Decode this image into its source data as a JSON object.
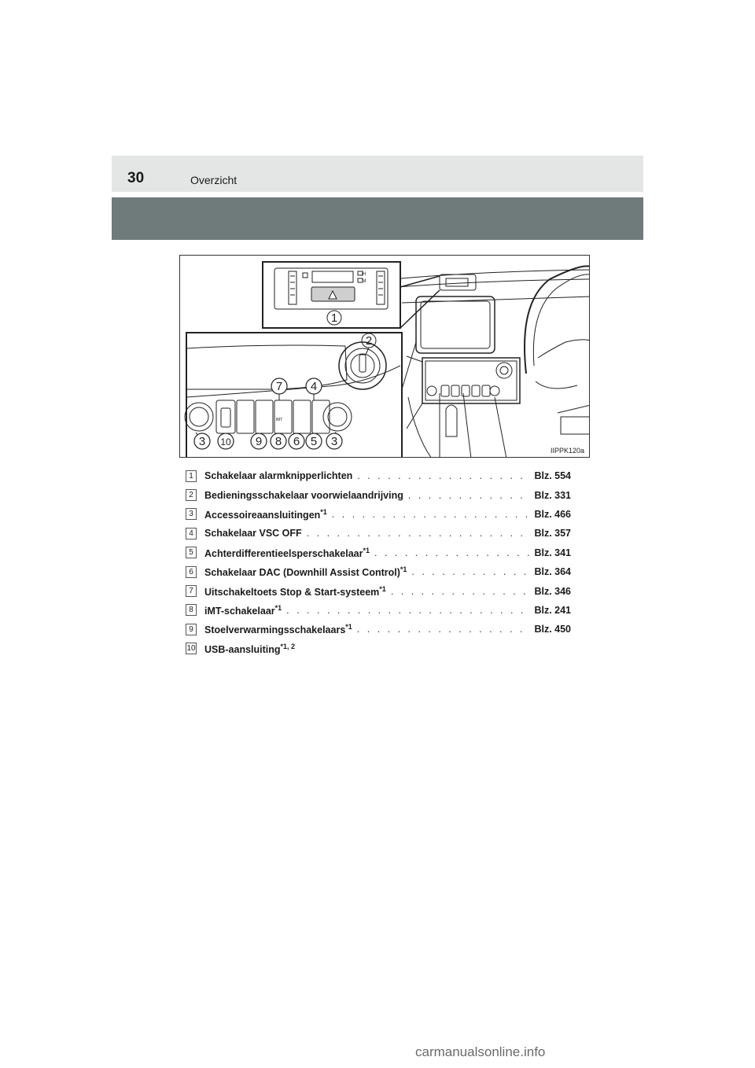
{
  "header": {
    "page_number": "30",
    "section_title": "Overzicht"
  },
  "figure": {
    "code": "IIPPK120a",
    "callouts": [
      "1",
      "2",
      "7",
      "4",
      "3",
      "10",
      "9",
      "8",
      "6",
      "5",
      "3"
    ],
    "panel_labels": [
      "H",
      "M",
      "IMT"
    ]
  },
  "items": [
    {
      "num": "1",
      "label": "Schakelaar alarmknipperlichten",
      "sup": "",
      "ref": "Blz. 554"
    },
    {
      "num": "2",
      "label": "Bedieningsschakelaar voorwielaandrijving",
      "sup": "",
      "ref": "Blz. 331"
    },
    {
      "num": "3",
      "label": "Accessoireaansluitingen",
      "sup": "*1",
      "ref": "Blz. 466"
    },
    {
      "num": "4",
      "label": "Schakelaar VSC OFF",
      "sup": "",
      "ref": "Blz. 357"
    },
    {
      "num": "5",
      "label": "Achterdifferentieelsperschakelaar",
      "sup": "*1",
      "ref": "Blz. 341"
    },
    {
      "num": "6",
      "label": "Schakelaar DAC (Downhill Assist Control)",
      "sup": "*1",
      "ref": "Blz. 364"
    },
    {
      "num": "7",
      "label": "Uitschakeltoets Stop & Start-systeem",
      "sup": "*1",
      "ref": "Blz. 346"
    },
    {
      "num": "8",
      "label": "iMT-schakelaar",
      "sup": "*1",
      "ref": "Blz. 241"
    },
    {
      "num": "9",
      "label": "Stoelverwarmingsschakelaars",
      "sup": "*1",
      "ref": "Blz. 450"
    },
    {
      "num": "10",
      "label": "USB-aansluiting",
      "sup": "*1, 2",
      "ref": ""
    }
  ],
  "footer": {
    "watermark": "carmanualsonline.info"
  }
}
